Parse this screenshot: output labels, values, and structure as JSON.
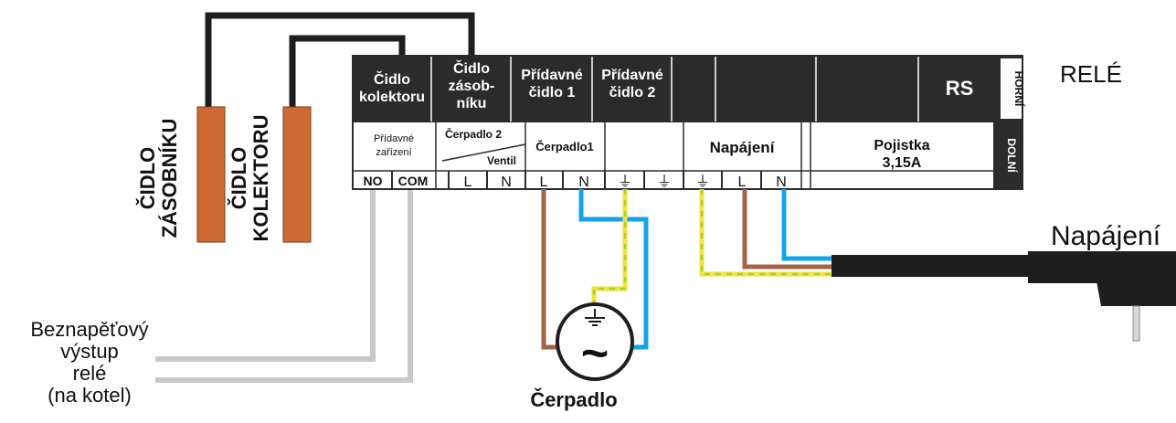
{
  "colors": {
    "panel": "#2b2b2b",
    "sensor": "#cf6a35",
    "wire_black": "#1e1e1e",
    "wire_gray": "#c8c8c8",
    "wire_brown": "#a26347",
    "wire_blue": "#14a3e6",
    "wire_green": "#a7d12a",
    "wire_yellow": "#f2e23c"
  },
  "sensors": {
    "tank": {
      "line1": "ČIDLO",
      "line2": "ZÁSOBNÍKU"
    },
    "collector": {
      "line1": "ČIDLO",
      "line2": "KOLEKTORU"
    }
  },
  "top_row": {
    "collector": {
      "line1": "Čidlo",
      "line2": "kolektoru"
    },
    "tank": {
      "line1": "Čidlo",
      "line2": "zásob-",
      "line3": "níku"
    },
    "aux1": {
      "line1": "Přídavné",
      "line2": "čidlo 1"
    },
    "aux2": {
      "line1": "Přídavné",
      "line2": "čidlo 2"
    },
    "rs": "RS",
    "upper": "HORNÍ",
    "relay_title": "RELÉ"
  },
  "mid_row": {
    "extra_device": {
      "line1": "Přídavné",
      "line2": "zařízení"
    },
    "pump2": "Čerpadlo 2",
    "valve": "Ventil",
    "pump1": "Čerpadlo1",
    "power": "Napájení",
    "fuse": {
      "line1": "Pojistka",
      "line2": "3,15A"
    },
    "lower": "DOLNÍ"
  },
  "terminals": {
    "no": "NO",
    "com": "COM",
    "l": "L",
    "n": "N",
    "ground_symbol": "⏚"
  },
  "pump": {
    "symbol": "~",
    "label": "Čerpadlo"
  },
  "power_cable": {
    "label": "Napájení"
  },
  "relay_output": {
    "line1": "Beznapěťový",
    "line2": "výstup",
    "line3": "relé",
    "line4": "(na kotel)"
  }
}
